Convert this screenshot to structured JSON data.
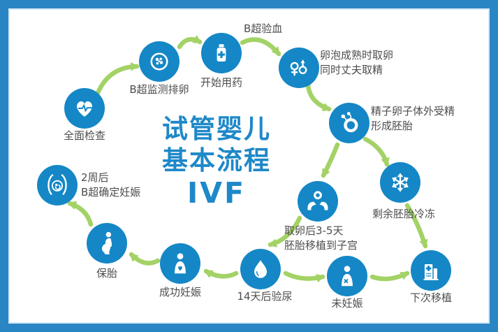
{
  "poster": {
    "title_line1": "试管婴儿",
    "title_line2": "基本流程",
    "title_line3": "IVF"
  },
  "colors": {
    "node_blue": "#1587c6",
    "title_blue": "#1e88c8",
    "arrow_green": "#a3d266",
    "label_gray": "#4d4d4d",
    "border_blue": "#2a85c5",
    "inner_line": "#cfe8f6"
  },
  "nodes": [
    {
      "id": "checkup",
      "label": "全面检查",
      "icon": "heart-pulse-icon"
    },
    {
      "id": "ovulation-monitor",
      "label": "B超监测排卵",
      "icon": "ovary-follicles-icon"
    },
    {
      "id": "medication",
      "label": "开始用药",
      "icon": "medicine-bottle-icon"
    },
    {
      "id": "egg-retrieval",
      "label": "卵泡成熟时取卵\n同时丈夫取精",
      "icon": "gender-symbols-icon"
    },
    {
      "id": "fertilization",
      "label": "精子卵子体外受精\n形成胚胎",
      "icon": "egg-sperm-icon"
    },
    {
      "id": "embryo-freeze",
      "label": "剩余胚胎冷冻",
      "icon": "snowflake-icon"
    },
    {
      "id": "embryo-transfer",
      "label": "取卵后3-5天\n胚胎移植到子宫",
      "icon": "hands-embryo-icon"
    },
    {
      "id": "urine-test",
      "label": "14天后验尿",
      "icon": "water-drop-icon"
    },
    {
      "id": "not-pregnant",
      "label": "未妊娠",
      "icon": "person-x-icon"
    },
    {
      "id": "next-transfer",
      "label": "下次移植",
      "icon": "hospital-icon"
    },
    {
      "id": "pregnancy-success",
      "label": "成功妊娠",
      "icon": "person-heart-icon"
    },
    {
      "id": "pregnancy-care",
      "label": "保胎",
      "icon": "pregnant-woman-icon"
    },
    {
      "id": "pregnancy-confirm",
      "label": "2周后\nB超确定妊娠",
      "icon": "womb-fetus-icon"
    }
  ],
  "edges": [
    {
      "from": "checkup",
      "to": "ovulation-monitor"
    },
    {
      "from": "ovulation-monitor",
      "to": "medication"
    },
    {
      "from": "medication",
      "to": "egg-retrieval",
      "label": "B超验血"
    },
    {
      "from": "egg-retrieval",
      "to": "fertilization"
    },
    {
      "from": "fertilization",
      "to": "embryo-transfer"
    },
    {
      "from": "fertilization",
      "to": "embryo-freeze"
    },
    {
      "from": "embryo-freeze",
      "to": "next-transfer"
    },
    {
      "from": "embryo-transfer",
      "to": "urine-test"
    },
    {
      "from": "urine-test",
      "to": "pregnancy-success"
    },
    {
      "from": "urine-test",
      "to": "not-pregnant"
    },
    {
      "from": "not-pregnant",
      "to": "next-transfer"
    },
    {
      "from": "pregnancy-success",
      "to": "pregnancy-care"
    },
    {
      "from": "pregnancy-care",
      "to": "pregnancy-confirm"
    }
  ]
}
